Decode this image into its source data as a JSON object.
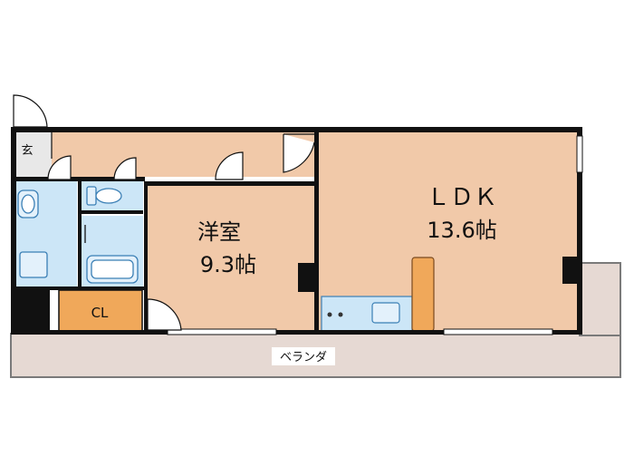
{
  "rooms": {
    "genkan": {
      "label": "玄"
    },
    "western": {
      "name": "洋室",
      "size": "9.3帖"
    },
    "ldk": {
      "name": "ＬＤＫ",
      "size": "13.6帖"
    },
    "closet": {
      "label": "CL"
    },
    "balcony": {
      "label": "ベランダ"
    }
  },
  "colors": {
    "room_fill": "#f1c9a9",
    "wet_fill": "#cce6f7",
    "closet_fill": "#f0a85a",
    "counter_fill": "#f0a85a",
    "balcony_fill": "#e6d9d3",
    "wall": "#111111",
    "fixture_stroke": "#3a7fb5"
  }
}
